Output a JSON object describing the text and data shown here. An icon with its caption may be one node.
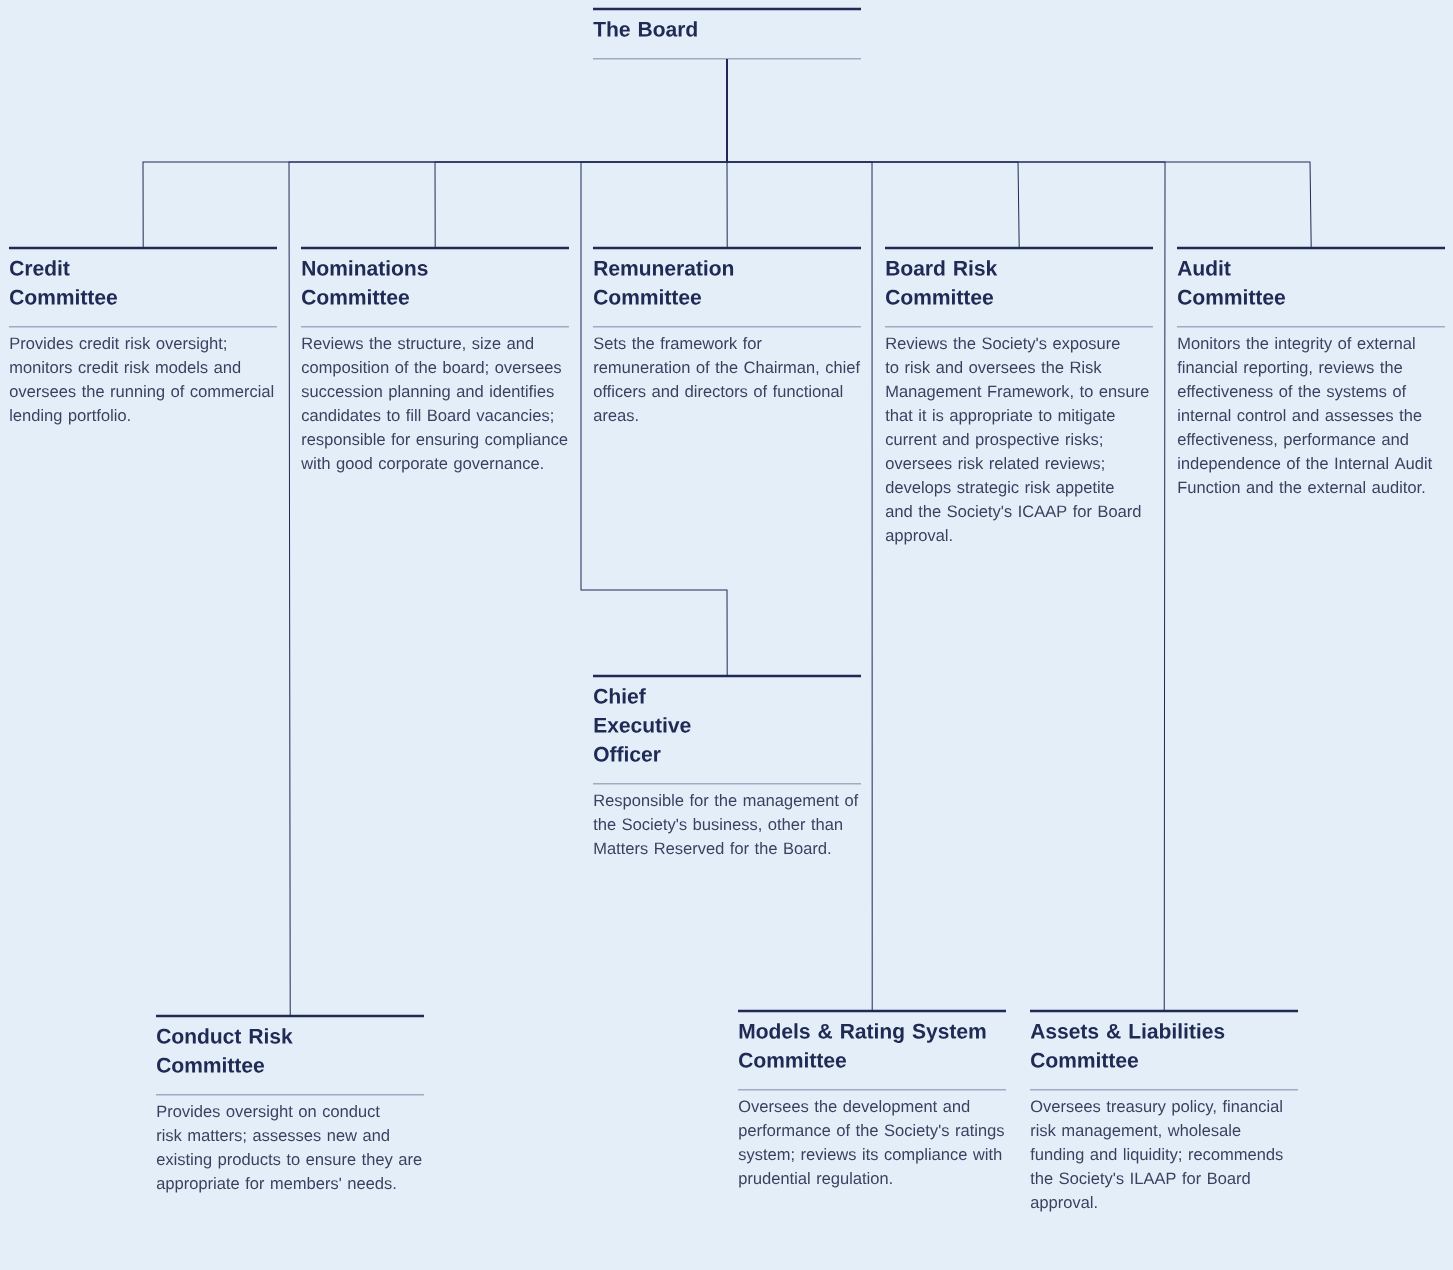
{
  "diagram": {
    "nodes": [
      {
        "text": [
          "The Board"
        ]
      },
      {
        "text": [
          "Credit Committee",
          "Provides credit risk oversight; monitors credit risk models and oversees the running of commercial lending portfolio."
        ]
      },
      {
        "text": [
          "Nominations Committee",
          "Reviews the structure, size and composition of the board; oversees succession planning and identifies candidates to fill Board vacancies; responsible for ensuring compliance with good corporate governance."
        ]
      },
      {
        "text": [
          "Remuneration Committee",
          "Sets the framework for remuneration of the Chairman, chief officers and directors of functional areas."
        ]
      },
      {
        "text": [
          "Board Risk Committee",
          "Reviews the Society's exposure to risk and oversees the Risk Management Framework, to ensure that it is appropriate to mitigate current and prospective risks; oversees risk related reviews; develops strategic risk appetite and the Society's ICAAP for Board approval."
        ]
      },
      {
        "text": [
          "Audit Committee",
          "Monitors the integrity of external financial reporting, reviews the effectiveness of the systems of internal control and assesses the effectiveness, performance and independence of the Internal Audit Function and the external auditor."
        ]
      },
      {
        "text": [
          "Chief Executive Officer",
          "Responsible for the management of the Society's business, other than Matters Reserved for the Board."
        ]
      },
      {
        "text": [
          "Conduct Risk Committee",
          "Provides oversight on conduct risk matters; assesses new and existing products to ensure they are appropriate for members' needs."
        ]
      },
      {
        "text": [
          "Models & Rating System Committee",
          "Oversees the development and performance of the Society's ratings system; reviews its compliance with prudential regulation."
        ]
      },
      {
        "text": [
          "Assets & Liabilities Committee",
          "Oversees treasury policy, financial risk management, wholesale funding and liquidity; recommends the Society's ILAAP for Board approval."
        ]
      }
    ],
    "edges": [
      {
        "from": 0,
        "to": 1,
        "arrow": "none"
      },
      {
        "from": 0,
        "to": 2,
        "arrow": "none"
      },
      {
        "from": 0,
        "to": 3,
        "arrow": "none"
      },
      {
        "from": 0,
        "to": 4,
        "arrow": "none"
      },
      {
        "from": 0,
        "to": 5,
        "arrow": "none"
      },
      {
        "from": 0,
        "to": 6,
        "arrow": "none"
      },
      {
        "from": 0,
        "to": 7,
        "arrow": "none"
      },
      {
        "from": 0,
        "to": 8,
        "arrow": "none"
      },
      {
        "from": 0,
        "to": 9,
        "arrow": "none"
      }
    ]
  }
}
